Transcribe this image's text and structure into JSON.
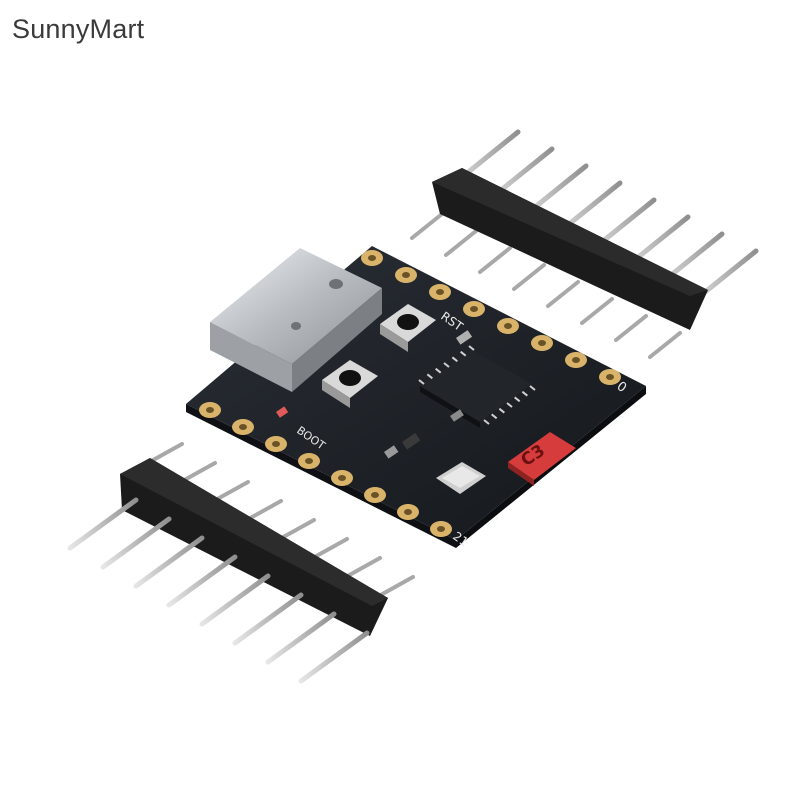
{
  "brand": {
    "name": "SunnyMart"
  },
  "board": {
    "labels": {
      "rst": "RST",
      "boot": "BOOT",
      "chip": "C3",
      "pin_zero": "0",
      "pin_twentyone": "21"
    },
    "colors": {
      "pcb": "#1c2026",
      "pad": "#d9b36a",
      "header": "#1b1b1b",
      "pin": "#bdbdbd",
      "usb": "#c9ccd0",
      "antenna": "#d63c3c"
    }
  }
}
